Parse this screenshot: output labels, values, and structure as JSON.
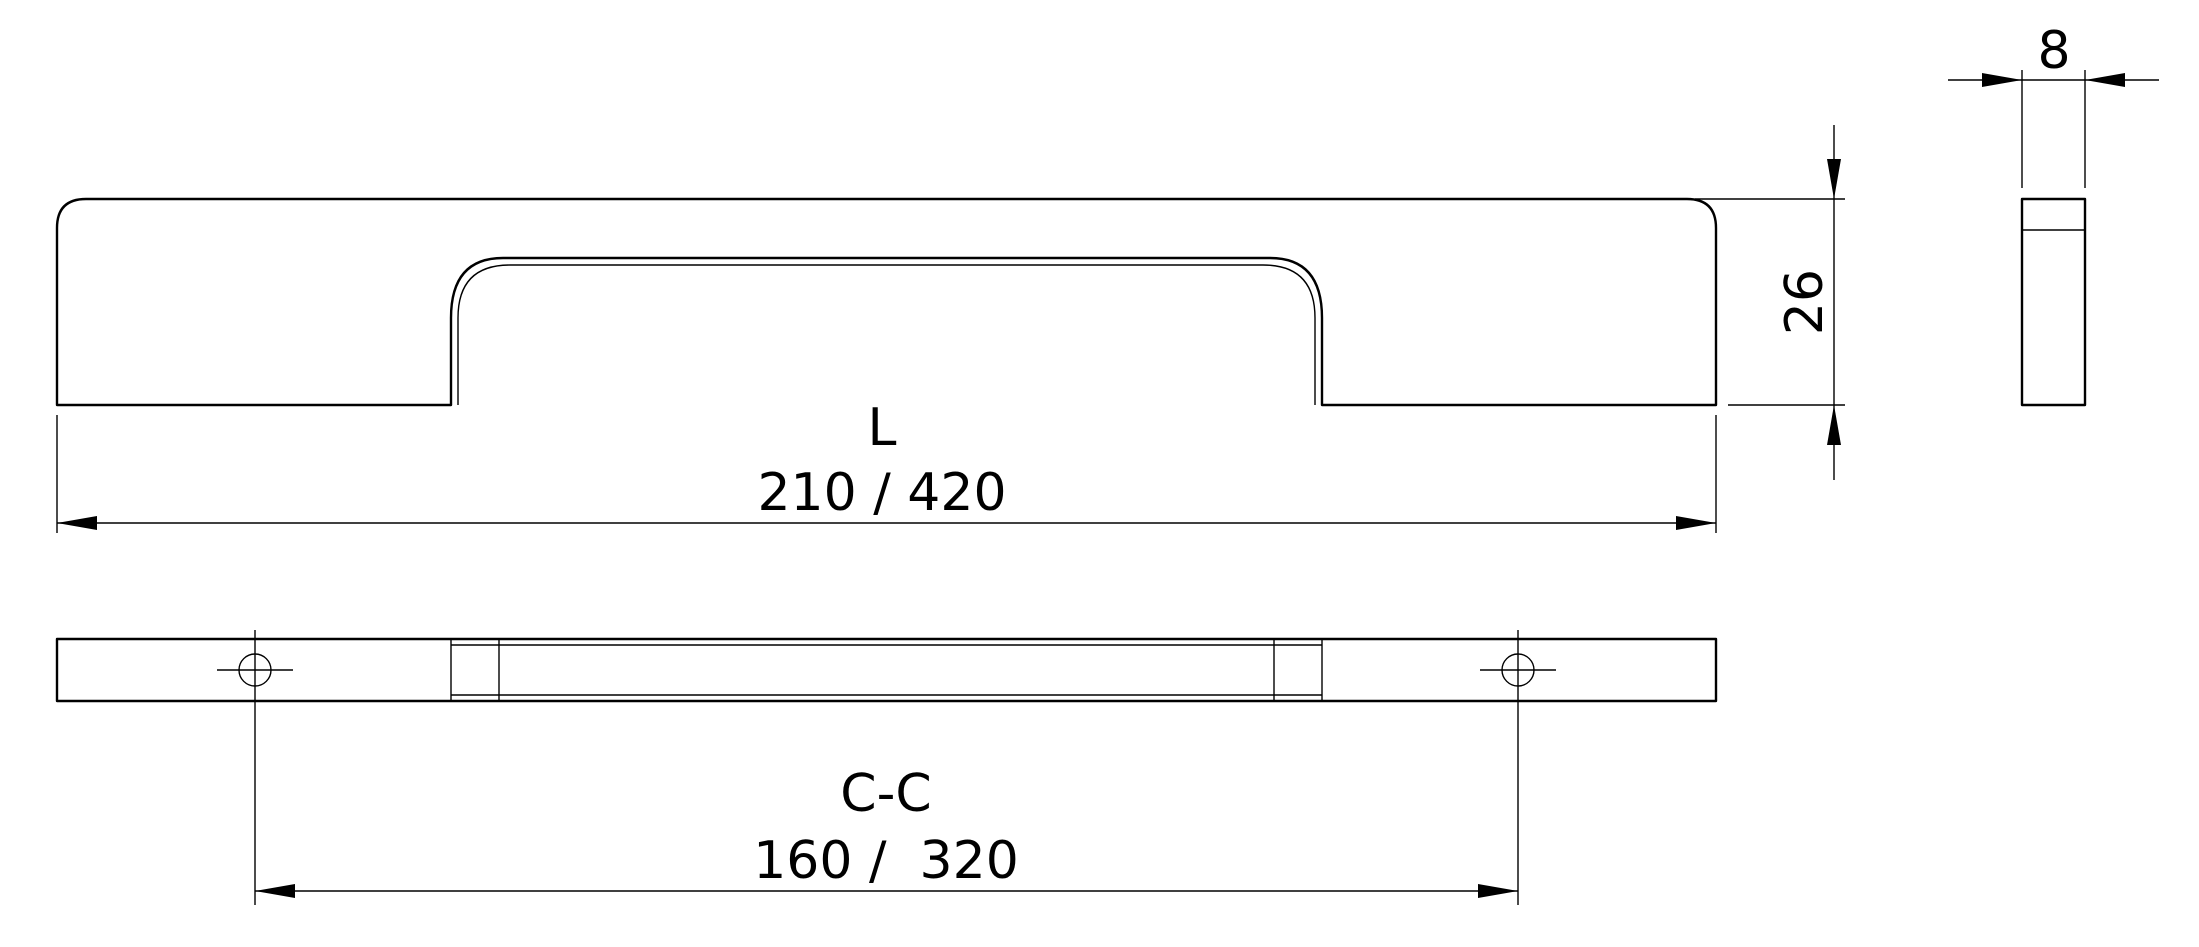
{
  "dimensions": {
    "length_label": "L",
    "length_values": "210 / 420",
    "height_value": "26",
    "depth_value": "8",
    "center_label": "C-C",
    "center_values": "160 /  320"
  }
}
